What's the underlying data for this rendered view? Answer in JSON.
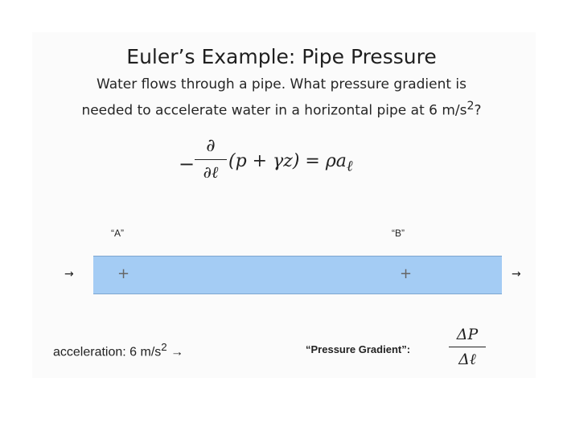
{
  "slide": {
    "title": "Euler’s Example: Pipe Pressure",
    "subtitle_line1": "Water flows through a pipe. What pressure gradient is",
    "subtitle_line2_text": "needed to accelerate water in a horizontal pipe at 6 m/s",
    "subtitle_line2_sup": "2",
    "subtitle_line2_end": "?"
  },
  "equation": {
    "minus": "−",
    "numerator": "∂",
    "denominator": "∂ℓ",
    "rest": "(p + γz) = ρa",
    "subscript": "ℓ"
  },
  "diagram": {
    "point_a_label": "“A”",
    "point_b_label": "“B”",
    "marker": "+",
    "arrow": "→"
  },
  "footer": {
    "acceleration_text": "acceleration: 6 m/s",
    "acceleration_sup": "2",
    "acceleration_arrow": "→",
    "pressure_gradient_label": "“Pressure Gradient”:",
    "pg_numerator": "ΔP",
    "pg_denominator": "Δℓ"
  }
}
